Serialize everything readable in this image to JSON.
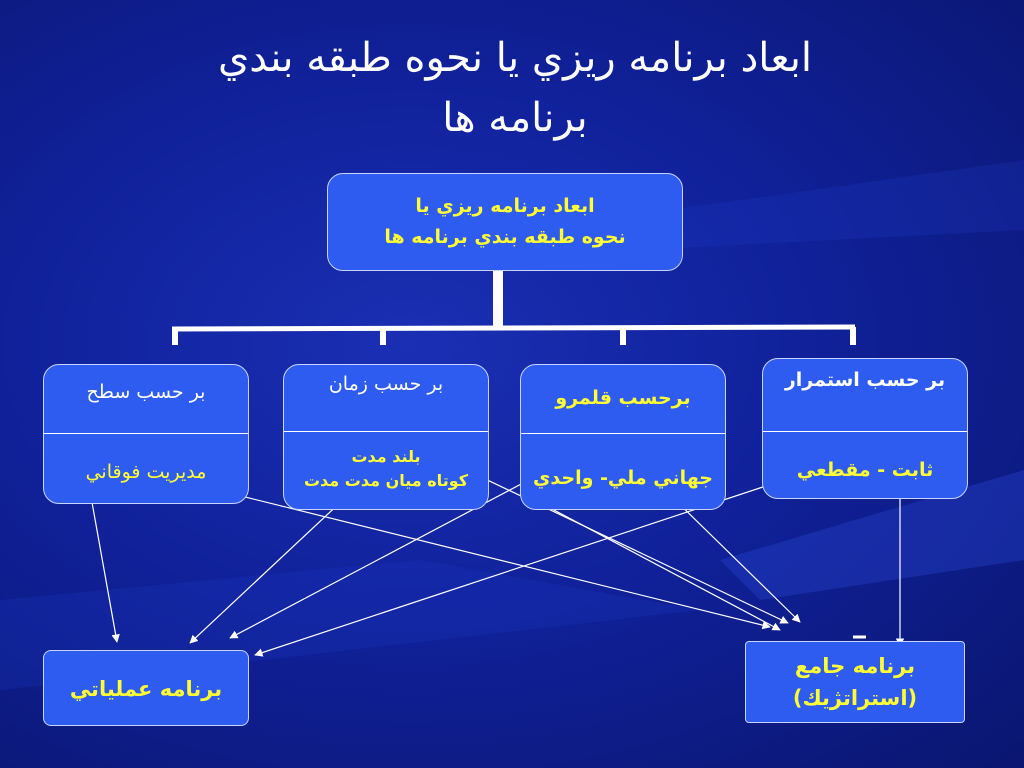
{
  "title_lines": [
    "ابعاد برنامه ريزي يا نحوه طبقه بندي",
    "برنامه ها"
  ],
  "root": {
    "line1": "ابعاد برنامه ريزي يا",
    "line2": "نحوه طبقه بندي برنامه ها"
  },
  "categories": [
    {
      "heading": "بر حسب استمرار",
      "values": [
        "ثابت - مقطعي"
      ]
    },
    {
      "heading": "برحسب قلمرو",
      "values": [
        "جهاني ملي- واحدي"
      ]
    },
    {
      "heading": "بر حسب زمان",
      "values": [
        "بلند مدت",
        "كوتاه ميان مدت مدت"
      ]
    },
    {
      "heading": "بر حسب سطح",
      "values": [
        "مديريت فوقاني"
      ]
    }
  ],
  "outcomes": {
    "strategic": {
      "line1": "برنامه جامع",
      "line2": "(استراتژيك)"
    },
    "operational": "برنامه عملياتي"
  },
  "colors": {
    "background": "#10219a",
    "box_fill": "#2f5cf0",
    "highlight_text": "#ffff33",
    "line": "#ffffff"
  }
}
